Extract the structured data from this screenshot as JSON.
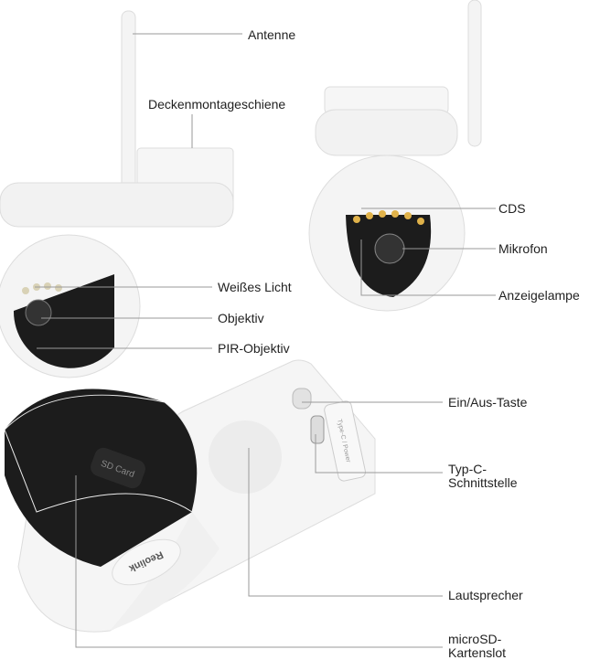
{
  "title": "Kamera-Komponenten",
  "labels": {
    "antenna": "Antenne",
    "ceiling_rail": "Deckenmontageschiene",
    "white_light": "Weißes Licht",
    "lens": "Objektiv",
    "pir_lens": "PIR-Objektiv",
    "cds": "CDS",
    "microphone": "Mikrofon",
    "indicator_lamp": "Anzeigelampe",
    "power_button": "Ein/Aus-Taste",
    "usb_c_line1": "Typ-C-",
    "usb_c_line2": "Schnittstelle",
    "speaker": "Lautsprecher",
    "microsd_line1": "microSD-",
    "microsd_line2": "Kartenslot"
  },
  "product_markings": {
    "sd_card_cover": "SD Card",
    "port_cover": "Type-C / Power",
    "brand": "Reolink"
  },
  "colors": {
    "line": "#9a9a9a",
    "body": "#f3f3f3",
    "black": "#1a1a1a",
    "led": "#e0b24a"
  }
}
